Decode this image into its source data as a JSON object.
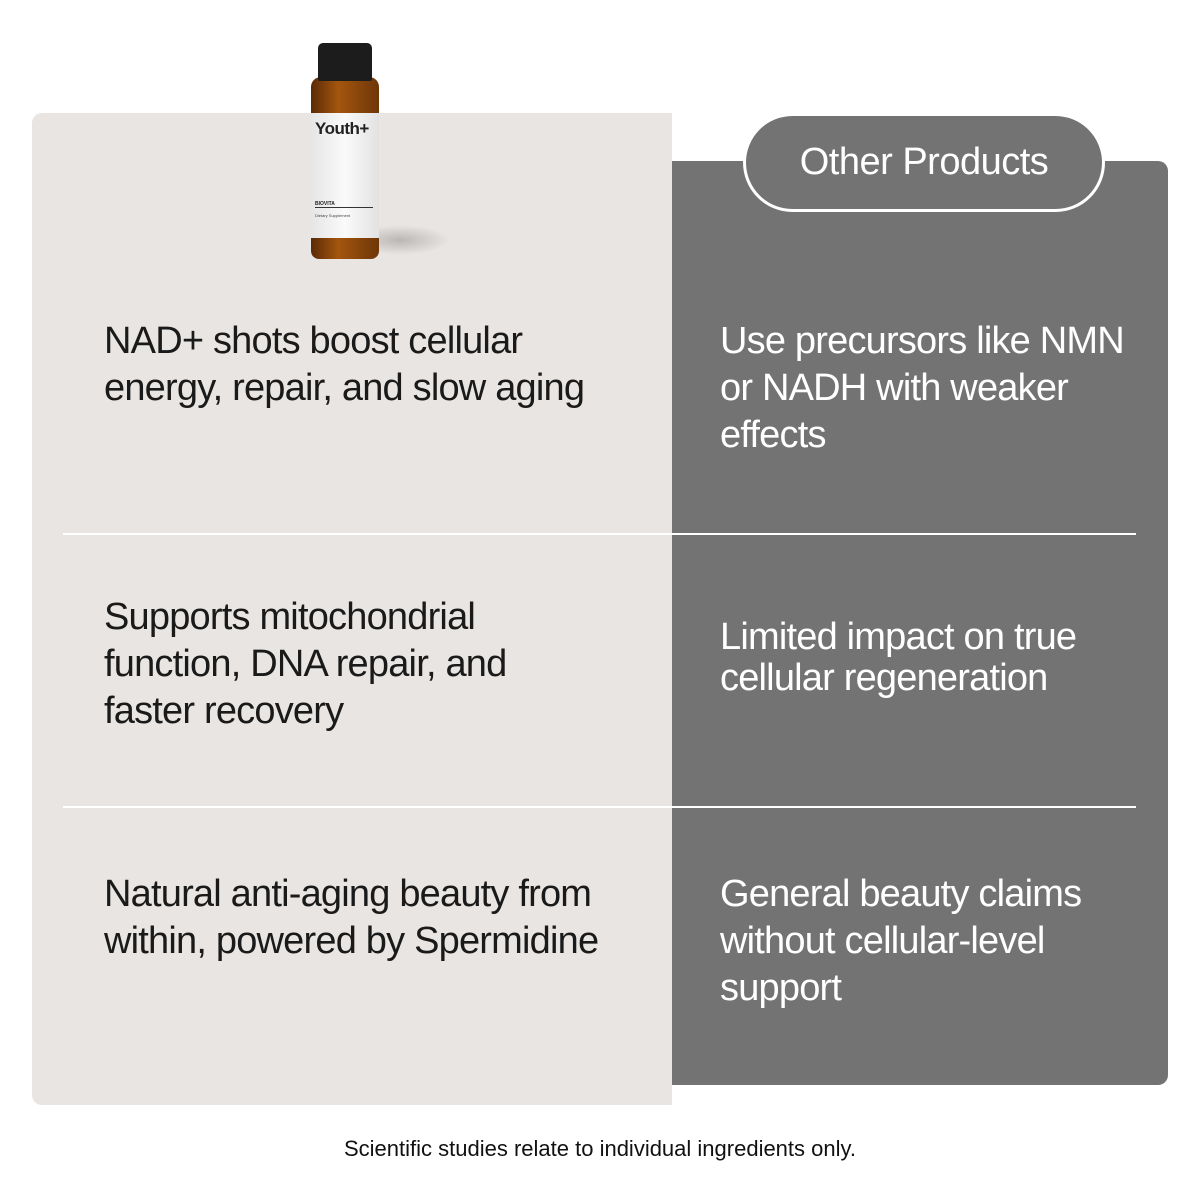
{
  "header": {
    "other_label": "Other Products"
  },
  "product": {
    "brand": "Youth+",
    "maker": "BIOVITA",
    "type": "Dietary Supplement"
  },
  "rows": [
    {
      "ours": "NAD+ shots boost cellular energy, repair, and slow aging",
      "theirs": "Use precursors like NMN or NADH with weaker effects"
    },
    {
      "ours": "Supports mitochondrial function, DNA repair, and faster recovery",
      "theirs": "Limited impact on true cellular regeneration"
    },
    {
      "ours": "Natural anti-aging beauty from within, powered by Spermidine",
      "theirs": "General beauty claims without cellular-level support"
    }
  ],
  "footer": "Scientific  studies relate to individual ingredients only.",
  "colors": {
    "left_panel": "#e8e5e2",
    "right_panel": "#737373"
  }
}
